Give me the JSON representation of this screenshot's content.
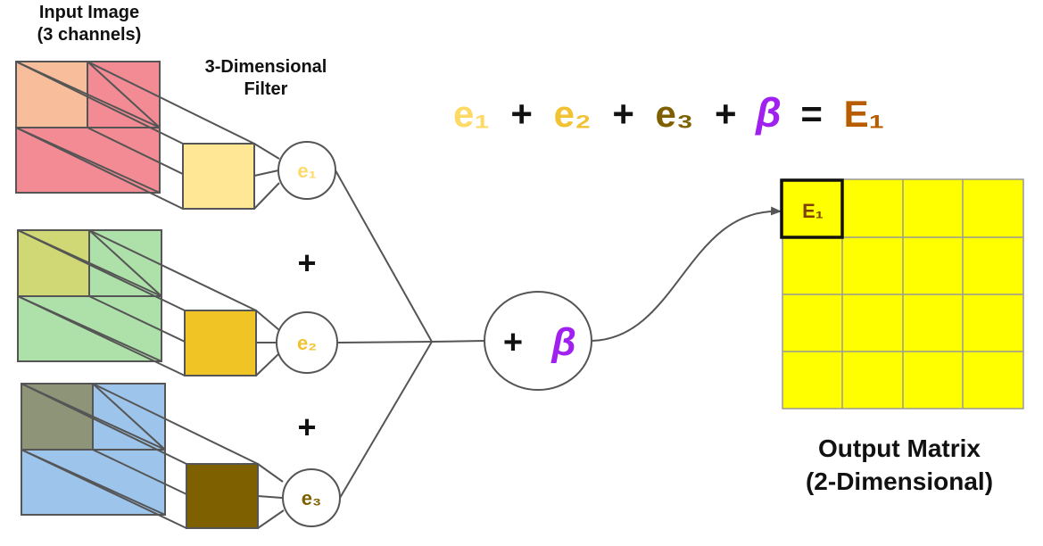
{
  "labels": {
    "input_line1": "Input Image",
    "input_line2": "(3 channels)",
    "filter_line1": "3-Dimensional",
    "filter_line2": "Filter",
    "output_line1": "Output Matrix",
    "output_line2": "(2-Dimensional)"
  },
  "nodes": {
    "e1": "e₁",
    "e2": "e₂",
    "e3": "e₃",
    "plus": "+",
    "beta": "β"
  },
  "equation": {
    "t1": "e₁",
    "p1": "+",
    "t2": "e₂",
    "p2": "+",
    "t3": "e₃",
    "p3": "+",
    "t4": "β",
    "eq": "=",
    "t5": "E₁"
  },
  "output_matrix": {
    "rows": 4,
    "cols": 4,
    "highlight_label": "E₁"
  },
  "colors": {
    "red_channel": "#f28b93",
    "red_patch": "#f8be9c",
    "green_channel": "#aee0aa",
    "green_patch": "#cfd874",
    "blue_channel": "#9dc4ea",
    "blue_patch": "#8e9478",
    "filter1": "#ffe796",
    "filter2": "#f1c425",
    "filter3": "#7f6000",
    "e1_text": "#ffd966",
    "e2_text": "#f1c232",
    "e3_text": "#7f6000",
    "beta": "#a020f0",
    "E1": "#b85c00",
    "E1_cell_text": "#7f4000",
    "matrix": "#ffff00"
  }
}
